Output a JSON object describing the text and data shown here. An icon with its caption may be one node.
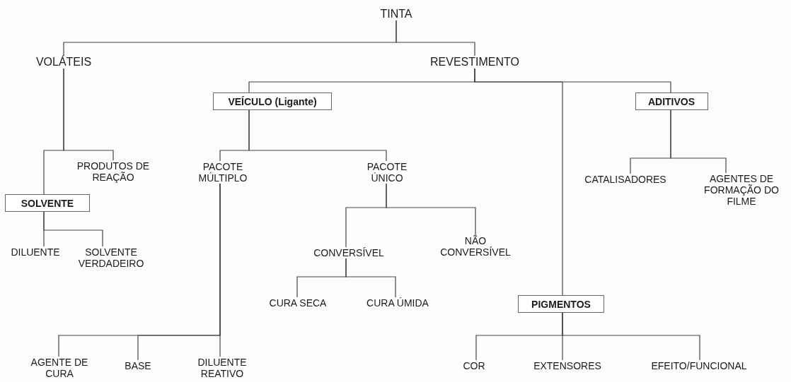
{
  "diagram": {
    "nodes": [
      {
        "text": [
          "TINTA"
        ]
      },
      {
        "text": [
          "VOLÁTEIS"
        ]
      },
      {
        "text": [
          "REVESTIMENTO"
        ]
      },
      {
        "text": [
          "VEÍCULO (Ligante)"
        ]
      },
      {
        "text": [
          "ADITIVOS"
        ]
      },
      {
        "text": [
          "PRODUTOS DE REAÇÃO"
        ]
      },
      {
        "text": [
          "SOLVENTE"
        ]
      },
      {
        "text": [
          "PACOTE MÚLTIPLO"
        ]
      },
      {
        "text": [
          "PACOTE ÚNICO"
        ]
      },
      {
        "text": [
          "CATALISADORES"
        ]
      },
      {
        "text": [
          "AGENTES DE FORMAÇÃO DO FILME"
        ]
      },
      {
        "text": [
          "DILUENTE"
        ]
      },
      {
        "text": [
          "SOLVENTE VERDADEIRO"
        ]
      },
      {
        "text": [
          "CONVERSÍVEL"
        ]
      },
      {
        "text": [
          "NÃO CONVERSÍVEL"
        ]
      },
      {
        "text": [
          "CURA SECA"
        ]
      },
      {
        "text": [
          "CURA ÚMIDA"
        ]
      },
      {
        "text": [
          "PIGMENTOS"
        ]
      },
      {
        "text": [
          "AGENTE DE CURA"
        ]
      },
      {
        "text": [
          "BASE"
        ]
      },
      {
        "text": [
          "DILUENTE REATIVO"
        ]
      },
      {
        "text": [
          "COR"
        ]
      },
      {
        "text": [
          "EXTENSORES"
        ]
      },
      {
        "text": [
          "EFEITO/FUNCIONAL"
        ]
      }
    ],
    "edges": [
      {
        "from": 0,
        "to": 1,
        "arrow": "none"
      },
      {
        "from": 0,
        "to": 2,
        "arrow": "none"
      },
      {
        "from": 2,
        "to": 3,
        "arrow": "none"
      },
      {
        "from": 2,
        "to": 17,
        "arrow": "none"
      },
      {
        "from": 2,
        "to": 4,
        "arrow": "none"
      },
      {
        "from": 1,
        "to": 6,
        "arrow": "none"
      },
      {
        "from": 1,
        "to": 5,
        "arrow": "none"
      },
      {
        "from": 3,
        "to": 7,
        "arrow": "none"
      },
      {
        "from": 3,
        "to": 8,
        "arrow": "none"
      },
      {
        "from": 4,
        "to": 9,
        "arrow": "none"
      },
      {
        "from": 4,
        "to": 10,
        "arrow": "none"
      },
      {
        "from": 6,
        "to": 11,
        "arrow": "none"
      },
      {
        "from": 6,
        "to": 12,
        "arrow": "none"
      },
      {
        "from": 8,
        "to": 13,
        "arrow": "none"
      },
      {
        "from": 8,
        "to": 14,
        "arrow": "none"
      },
      {
        "from": 13,
        "to": 15,
        "arrow": "none"
      },
      {
        "from": 13,
        "to": 16,
        "arrow": "none"
      },
      {
        "from": 7,
        "to": 18,
        "arrow": "none"
      },
      {
        "from": 7,
        "to": 19,
        "arrow": "none"
      },
      {
        "from": 7,
        "to": 20,
        "arrow": "none"
      },
      {
        "from": 17,
        "to": 21,
        "arrow": "none"
      },
      {
        "from": 17,
        "to": 22,
        "arrow": "none"
      },
      {
        "from": 17,
        "to": 23,
        "arrow": "none"
      }
    ]
  }
}
